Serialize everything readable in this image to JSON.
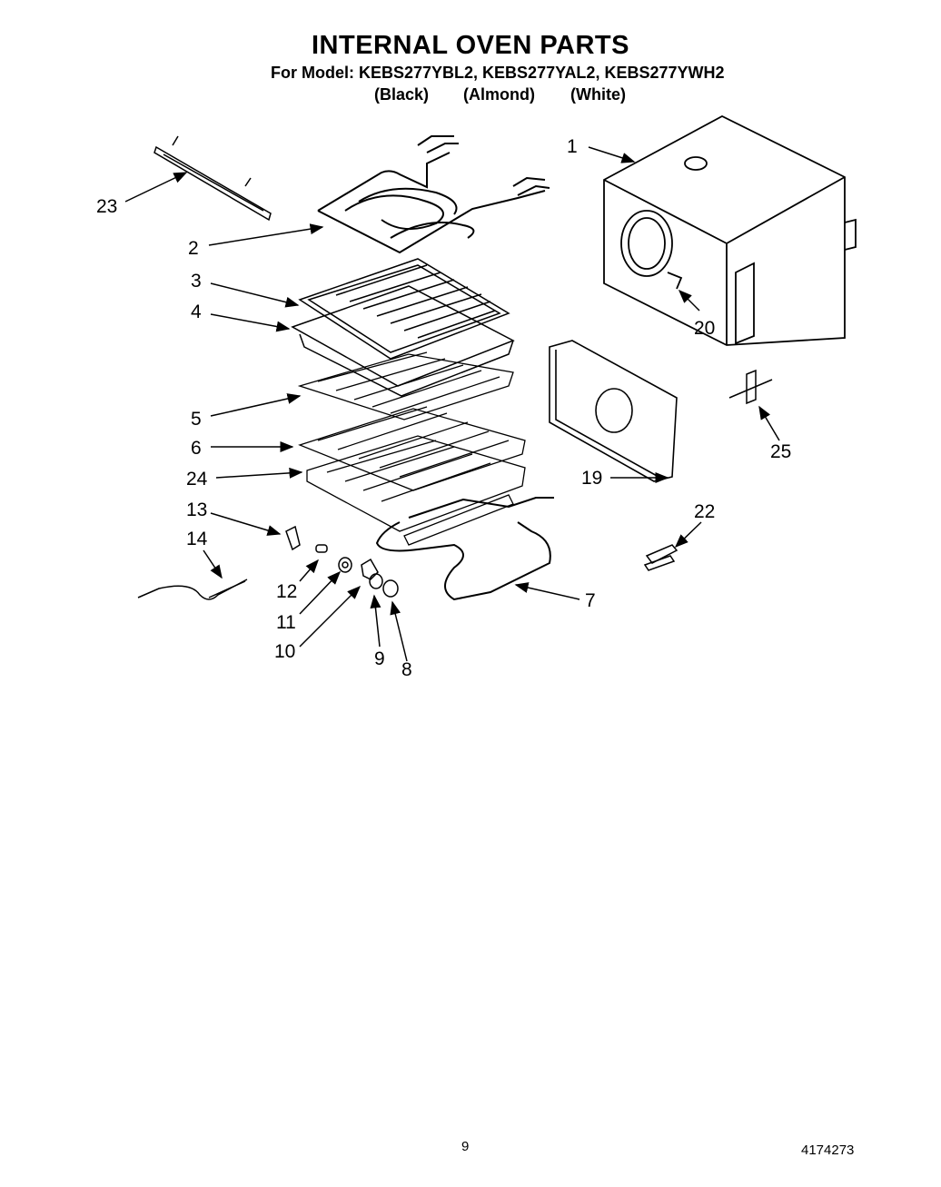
{
  "title": "INTERNAL OVEN PARTS",
  "model_line": "For Model: KEBS277YBL2, KEBS277YAL2, KEBS277YWH2",
  "variants": [
    "(Black)",
    "(Almond)",
    "(White)"
  ],
  "callouts": [
    "1",
    "2",
    "3",
    "4",
    "5",
    "6",
    "24",
    "13",
    "14",
    "12",
    "11",
    "10",
    "9",
    "8",
    "7",
    "23",
    "20",
    "19",
    "25",
    "22"
  ],
  "page_number": "9",
  "doc_number": "4174273"
}
